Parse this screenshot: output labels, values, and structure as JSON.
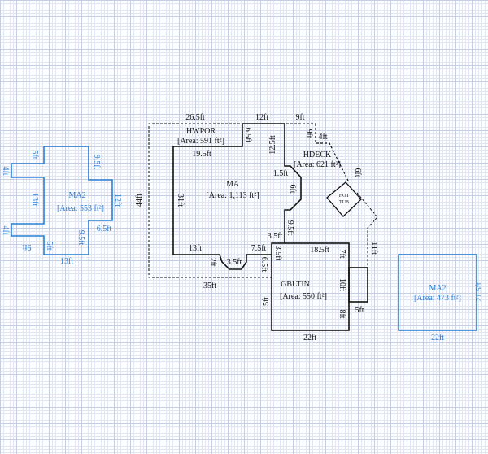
{
  "colors": {
    "line": "#111111",
    "secondary": "#2a7fd4"
  },
  "main_sketch": {
    "areas": [
      {
        "name": "HWPOR",
        "area": "[Area: 591 ft²]"
      },
      {
        "name": "MA",
        "area": "[Area: 1,113 ft²]"
      },
      {
        "name": "HDECK",
        "area": "[Area: 621 ft²]"
      },
      {
        "name": "GBLTIN",
        "area": "[Area: 550 ft²]"
      }
    ],
    "hot_tub": [
      "HOT",
      "TUB"
    ],
    "dims": {
      "top_left": "26.5ft",
      "top_mid": "12ft",
      "top_right": "9ft",
      "hw_65": "6.5ft",
      "ma_195": "19.5ft",
      "ma_125": "12.5ft",
      "hd_9": "9ft",
      "hd_4": "4ft",
      "hd_6": "6ft",
      "ma_15": "1.5ft",
      "ma_6": "6ft",
      "ma_31": "31ft",
      "left_44": "44ft",
      "ma_95": "9.5ft",
      "ma_35a": "3.5ft",
      "ma_13": "13ft",
      "ma_2": "2ft",
      "ma_35b": "3.5ft",
      "ma_75": "7.5ft",
      "ma_65": "6.5ft",
      "bottom_35": "35ft",
      "gb_35": "3.5ft",
      "gb_185": "18.5ft",
      "gb_7": "7ft",
      "gb_10": "10ft",
      "gb_15": "15ft",
      "gb_8": "8ft",
      "gb_22": "22ft",
      "gb_5": "5ft",
      "hd_11": "11ft"
    }
  },
  "left_sketch": {
    "name": "MA2",
    "area": "[Area: 553 ft²]",
    "dims": [
      "5ft",
      "9.5ft",
      "4ft",
      "13ft",
      "12ft",
      "6.5ft",
      "4ft",
      "9.5ft",
      "9ft",
      "5ft",
      "13ft"
    ]
  },
  "right_sketch": {
    "name": "MA2",
    "area": "[Area: 473 ft²]",
    "dims": [
      "21.5ft",
      "22ft"
    ]
  }
}
